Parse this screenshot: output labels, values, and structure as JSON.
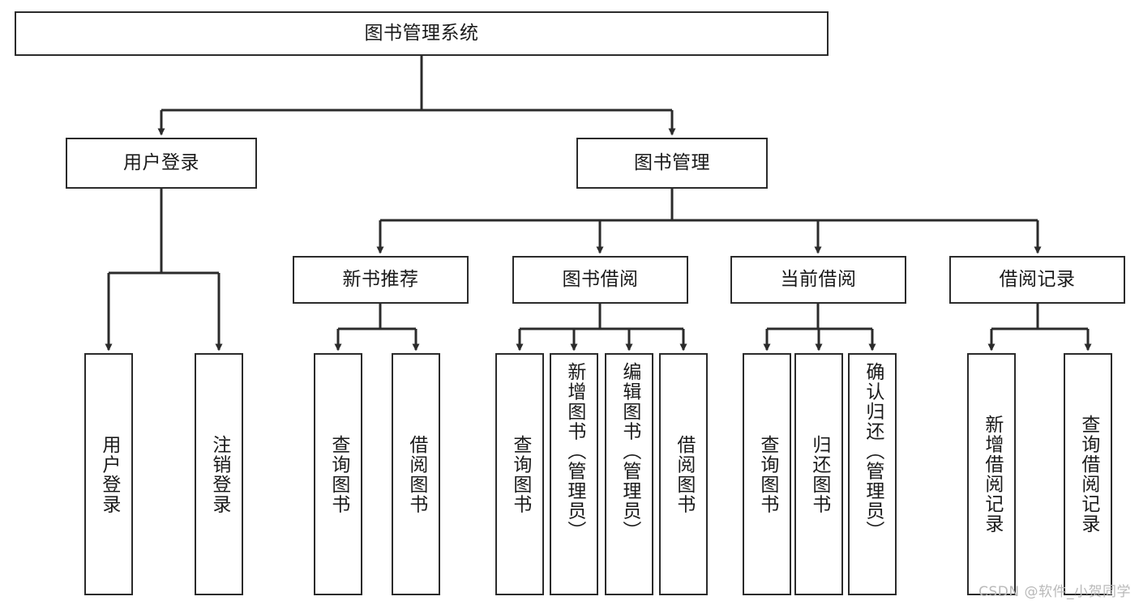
{
  "diagram": {
    "title": "图书管理系统",
    "type": "tree-hierarchy",
    "watermark": "CSDN @软件_小贺同学",
    "colors": {
      "border": "#2b2b2b",
      "background": "#ffffff",
      "text": "#1a1a1a",
      "watermark": "#b9b9b9"
    },
    "root": {
      "label": "图书管理系统"
    },
    "level2": [
      {
        "id": "user-login",
        "label": "用户登录"
      },
      {
        "id": "book-management",
        "label": "图书管理"
      }
    ],
    "level3": [
      {
        "id": "new-book-recommend",
        "label": "新书推荐"
      },
      {
        "id": "book-borrow",
        "label": "图书借阅"
      },
      {
        "id": "current-borrow",
        "label": "当前借阅"
      },
      {
        "id": "borrow-record",
        "label": "借阅记录"
      }
    ],
    "leaves": {
      "user_login": [
        {
          "id": "leaf-user-login",
          "label": "用户登录"
        },
        {
          "id": "leaf-logout-login",
          "label": "注销登录"
        }
      ],
      "new_book_recommend": [
        {
          "id": "leaf-query-book-1",
          "label": "查询图书"
        },
        {
          "id": "leaf-borrow-book-1",
          "label": "借阅图书"
        }
      ],
      "book_borrow": [
        {
          "id": "leaf-query-book-2",
          "label": "查询图书"
        },
        {
          "id": "leaf-add-book",
          "label": "新增图书（管理员）"
        },
        {
          "id": "leaf-edit-book",
          "label": "编辑图书（管理员）"
        },
        {
          "id": "leaf-borrow-book-2",
          "label": "借阅图书"
        }
      ],
      "current_borrow": [
        {
          "id": "leaf-query-book-3",
          "label": "查询图书"
        },
        {
          "id": "leaf-return-book",
          "label": "归还图书"
        },
        {
          "id": "leaf-confirm-return",
          "label": "确认归还（管理员）"
        }
      ],
      "borrow_record": [
        {
          "id": "leaf-add-record",
          "label": "新增借阅记录"
        },
        {
          "id": "leaf-query-record",
          "label": "查询借阅记录"
        }
      ]
    }
  }
}
